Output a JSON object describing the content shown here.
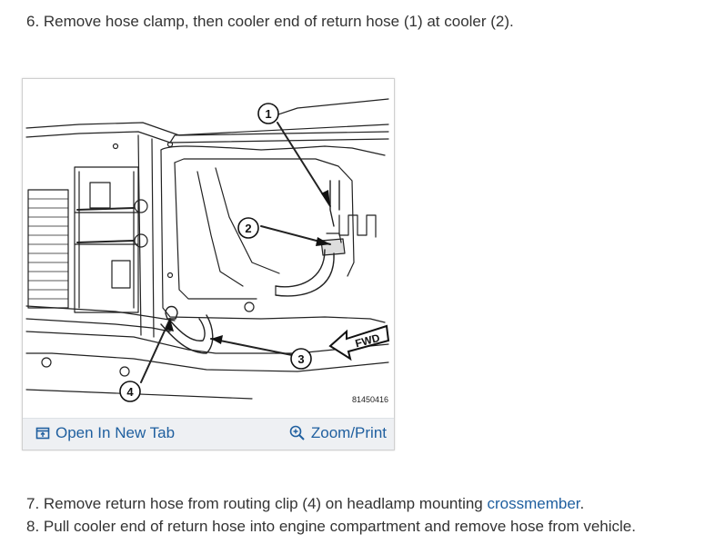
{
  "steps": {
    "step6": "6. Remove hose clamp, then cooler end of return hose (1) at cooler (2).",
    "step7_prefix": "7. Remove return hose from routing clip (4) on headlamp mounting ",
    "step7_link": "crossmember",
    "step7_suffix": ".",
    "step8": "8. Pull cooler end of return hose into engine compartment and remove hose from vehicle."
  },
  "figure": {
    "callouts": [
      "1",
      "2",
      "3",
      "4"
    ],
    "fwd_label": "FWD",
    "figure_id": "81450416",
    "open_tab_label": "Open In New Tab",
    "zoom_label": "Zoom/Print",
    "open_tab_icon": "open-new-tab-icon",
    "zoom_icon": "magnifier-plus-icon"
  },
  "colors": {
    "link": "#1f5f9f",
    "text": "#333333",
    "bar": "#eef0f3"
  }
}
